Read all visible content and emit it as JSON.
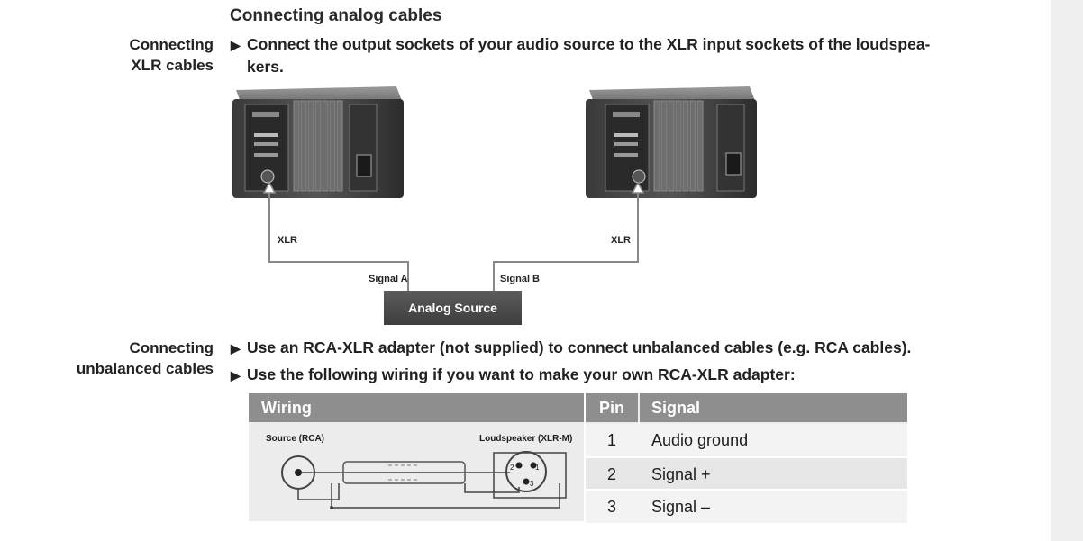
{
  "section": {
    "title": "Connecting analog cables"
  },
  "xlr_section": {
    "label_line1": "Connecting",
    "label_line2": "XLR cables",
    "bullet_line1": "Connect the output sockets of your audio source to the XLR input sockets of the loudspea-",
    "bullet_line2": "kers."
  },
  "diagram": {
    "xlr_left": "XLR",
    "xlr_right": "XLR",
    "signal_a": "Signal A",
    "signal_b": "Signal B",
    "analog_source": "Analog Source"
  },
  "unbalanced_section": {
    "label_line1": "Connecting",
    "label_line2": "unbalanced cables",
    "bullets": [
      "Use an RCA-XLR adapter (not supplied) to connect unbalanced cables (e.g. RCA cables).",
      "Use the following wiring if you want to make your own RCA-XLR adapter:"
    ]
  },
  "bullet_marker": "▶",
  "wiring_table": {
    "headers": {
      "wiring": "Wiring",
      "pin": "Pin",
      "signal": "Signal"
    },
    "source_label": "Source (RCA)",
    "speaker_label": "Loudspeaker (XLR-M)",
    "pin_labels": [
      "1",
      "2",
      "3"
    ],
    "rows": [
      {
        "pin": "1",
        "signal": "Audio ground"
      },
      {
        "pin": "2",
        "signal": "Signal +"
      },
      {
        "pin": "3",
        "signal": "Signal –"
      }
    ]
  }
}
